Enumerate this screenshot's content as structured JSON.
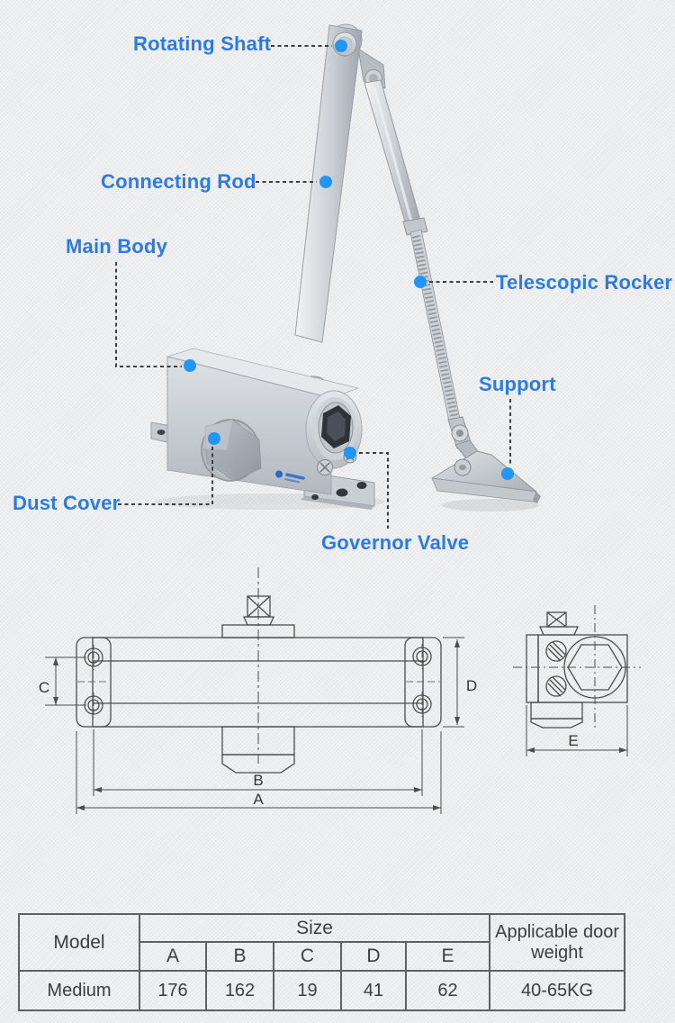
{
  "product": {
    "name": "door-closer",
    "callouts": [
      {
        "id": "rotating-shaft",
        "label": "Rotating Shaft"
      },
      {
        "id": "connecting-rod",
        "label": "Connecting Rod"
      },
      {
        "id": "main-body",
        "label": "Main Body"
      },
      {
        "id": "telescopic-rocker",
        "label": "Telescopic Rocker"
      },
      {
        "id": "support",
        "label": "Support"
      },
      {
        "id": "dust-cover",
        "label": "Dust Cover"
      },
      {
        "id": "governor-valve",
        "label": "Governor Valve"
      }
    ]
  },
  "colors": {
    "label_blue": "#2c7be5",
    "dot_blue": "#2196f3",
    "leader_line": "#3d3d3d",
    "drawing_line": "#4c4c4c",
    "table_border": "#5f6163",
    "table_text": "#3b3d3f",
    "background": "#ebeced"
  },
  "drawing": {
    "dim_labels": {
      "a": "A",
      "b": "B",
      "c": "C",
      "d": "D",
      "e": "E"
    }
  },
  "spec_table": {
    "model_header": "Model",
    "size_header": "Size",
    "weight_header": "Applicable door weight",
    "size_columns": [
      "A",
      "B",
      "C",
      "D",
      "E"
    ],
    "rows": [
      {
        "model": "Medium",
        "sizes": [
          "176",
          "162",
          "19",
          "41",
          "62"
        ],
        "weight": "40-65KG"
      }
    ]
  }
}
